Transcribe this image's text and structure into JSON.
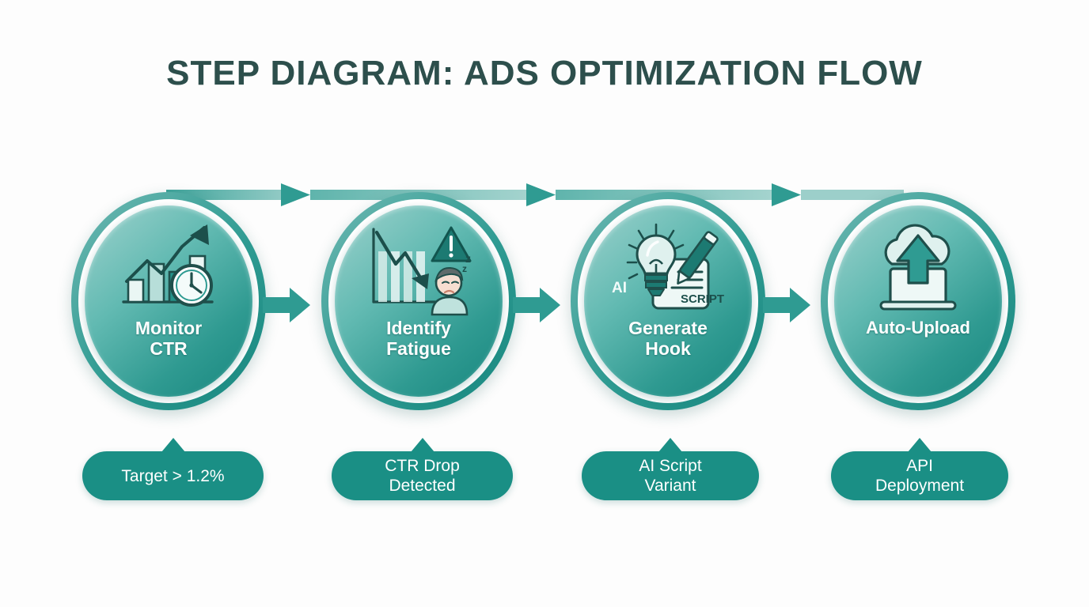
{
  "page": {
    "title": "STEP DIAGRAM: ADS OPTIMIZATION FLOW",
    "background_color": "#fdfdfd",
    "title_color": "#2d4f4c",
    "accent_color": "#1a8f85",
    "ring_color": "#17877f",
    "flow_line_color": "#7fbfba"
  },
  "flow": {
    "direction": "left-to-right",
    "connector_count": 3,
    "top_rail_arrow_count": 3
  },
  "steps": [
    {
      "index": 1,
      "label": "Monitor\nCTR",
      "icon": "bar-chart-growth-clock-icon",
      "icon_parts": [
        "rising-trend-arrow",
        "bar-chart",
        "clock"
      ],
      "caption": "Target > 1.2%"
    },
    {
      "index": 2,
      "label": "Identify\nFatigue",
      "icon": "declining-chart-warning-tired-person-icon",
      "icon_parts": [
        "declining-trend-arrow",
        "bar-chart",
        "warning-triangle",
        "tired-person",
        "sleep-z"
      ],
      "caption": "CTR Drop\nDetected"
    },
    {
      "index": 3,
      "label": "Generate\nHook",
      "icon": "lightbulb-pen-script-icon",
      "icon_parts": [
        "lightbulb",
        "pen",
        "script-document"
      ],
      "icon_text": {
        "ai": "AI",
        "script": "SCRIPT"
      },
      "caption": "AI Script\nVariant"
    },
    {
      "index": 4,
      "label": "Auto-Upload",
      "icon": "cloud-upload-laptop-icon",
      "icon_parts": [
        "cloud",
        "upload-arrow",
        "laptop"
      ],
      "caption": "API\nDeployment"
    }
  ]
}
